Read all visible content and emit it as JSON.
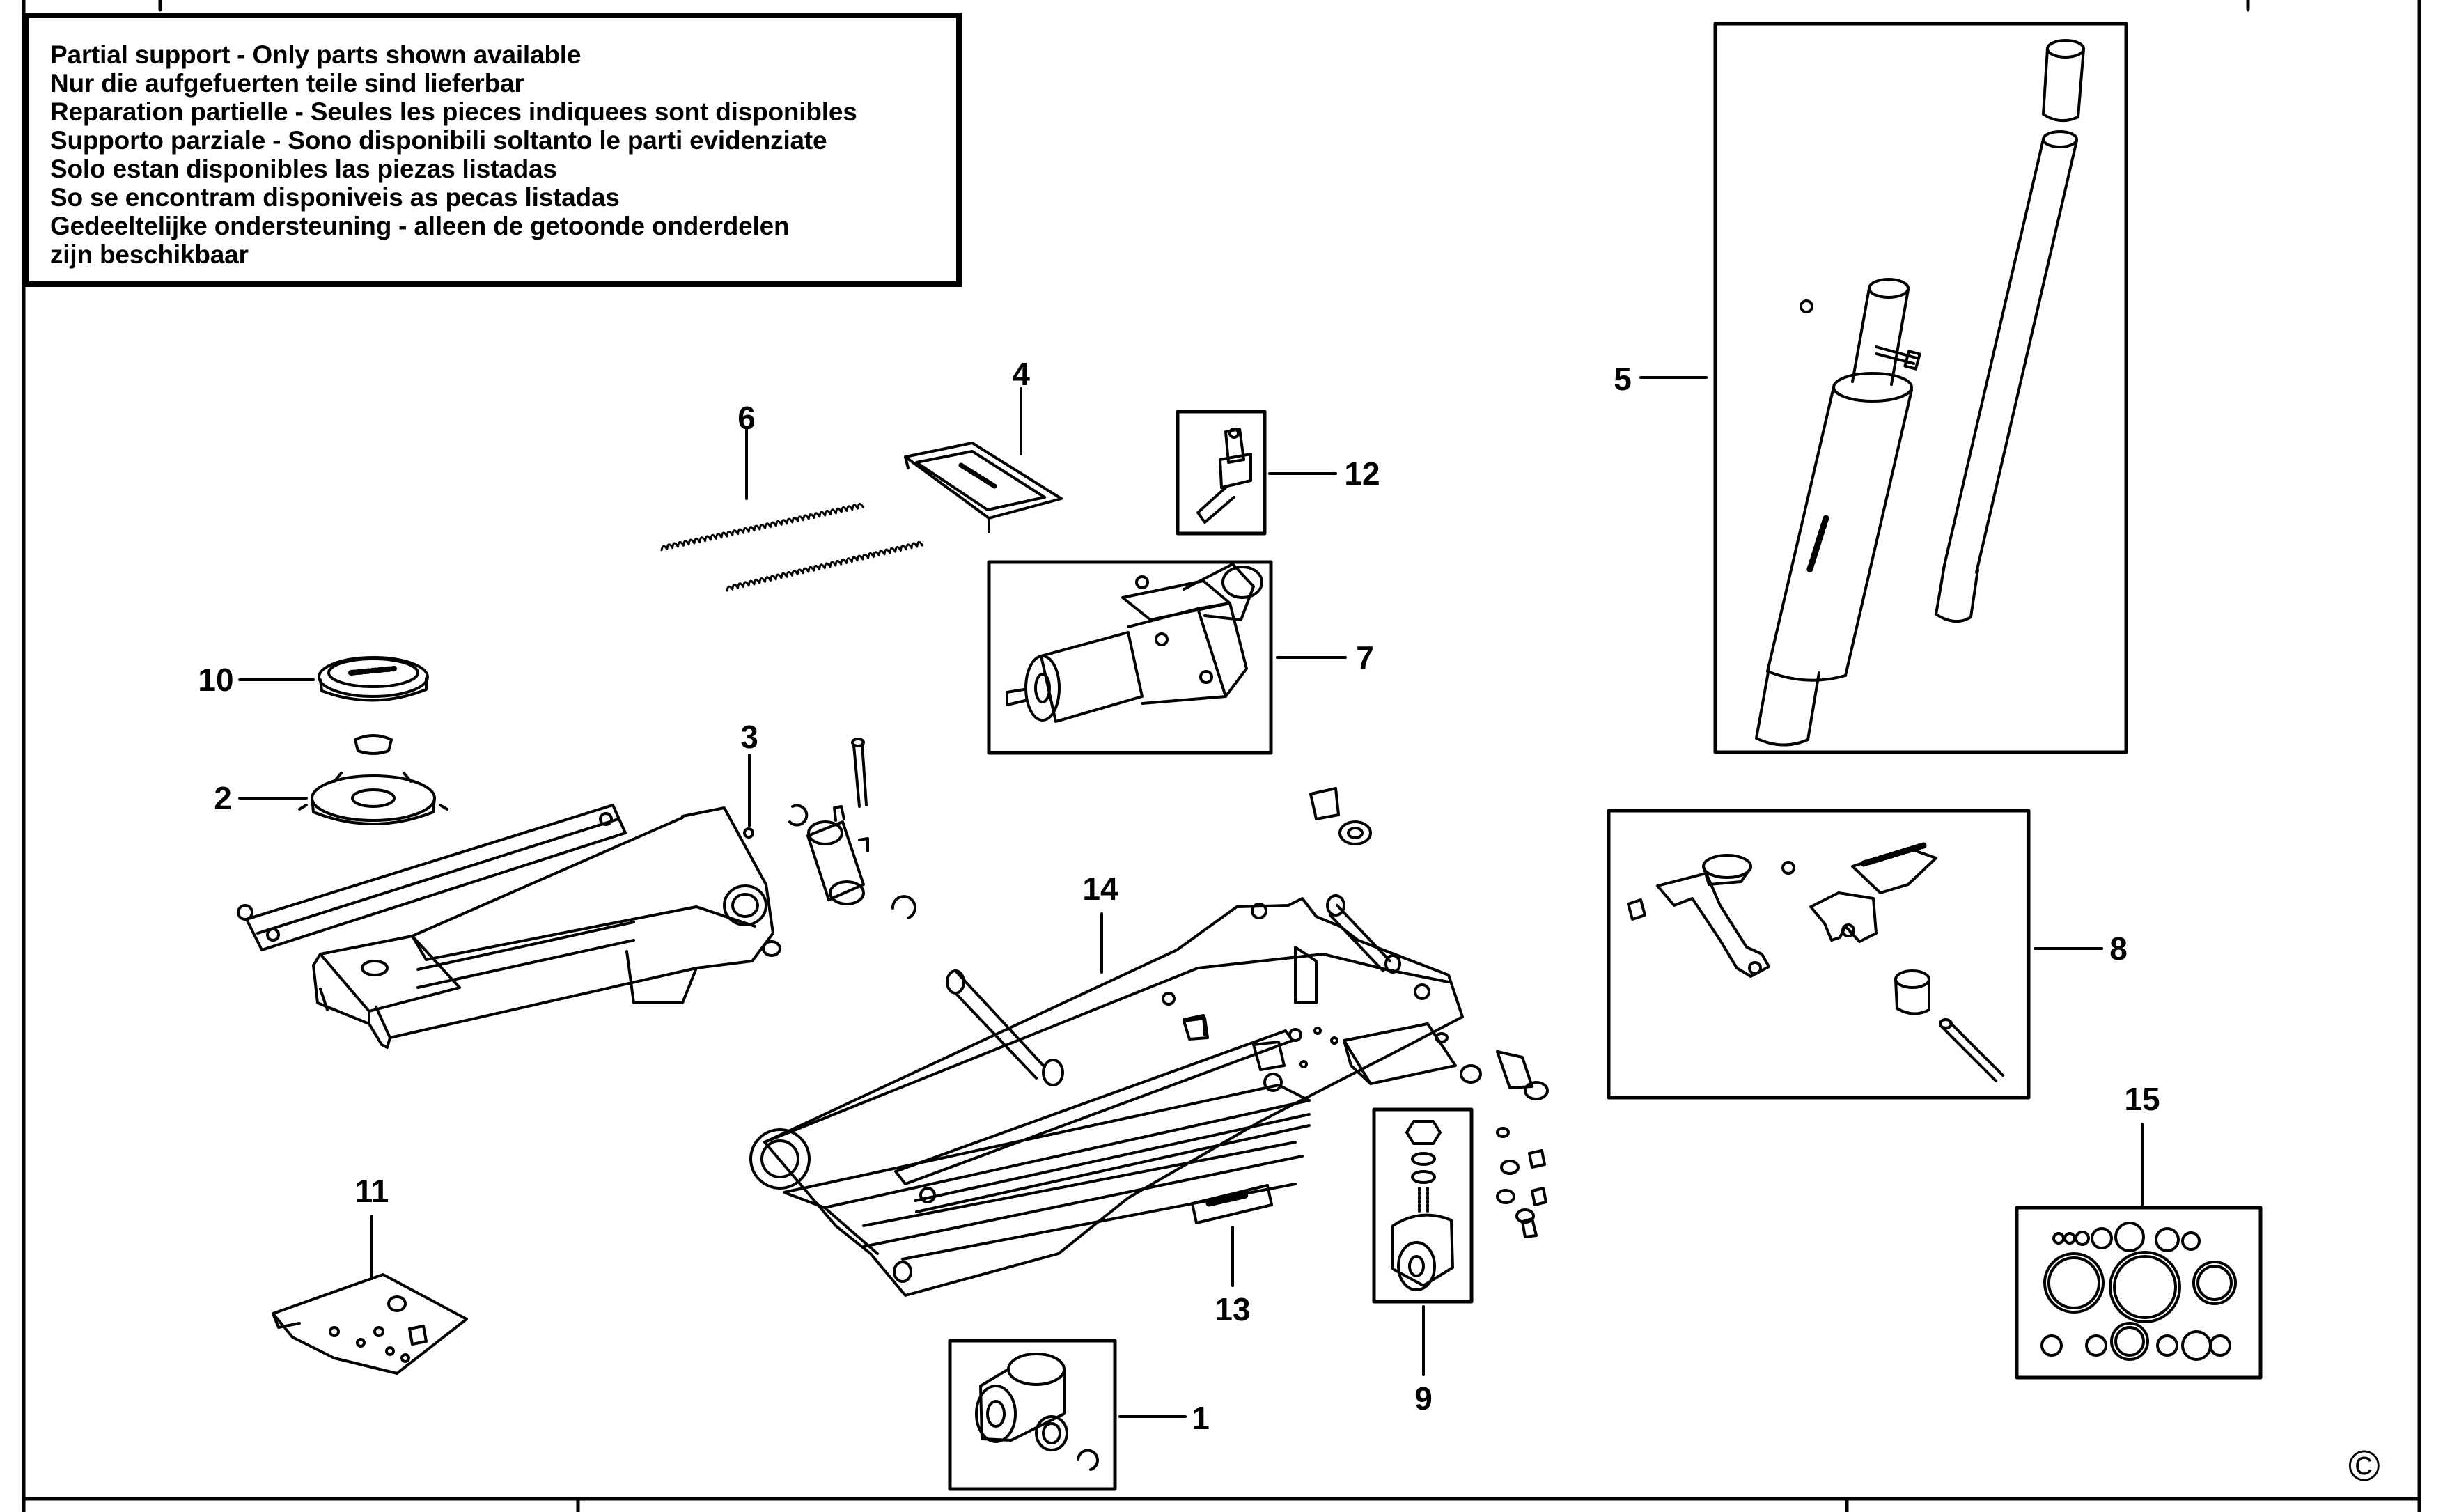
{
  "notice": {
    "lines": [
      "Partial support - Only parts shown available",
      "Nur die aufgefuerten teile sind lieferbar",
      "Reparation partielle - Seules les pieces indiquees sont disponibles",
      "Supporto parziale - Sono disponibili soltanto le parti evidenziate",
      "Solo estan disponibles las piezas listadas",
      "So se encontram disponiveis as pecas listadas",
      "Gedeeltelijke ondersteuning - alleen de getoonde onderdelen",
      "zijn beschikbaar"
    ]
  },
  "callouts": {
    "p1": "1",
    "p2": "2",
    "p3": "3",
    "p4": "4",
    "p5": "5",
    "p6": "6",
    "p7": "7",
    "p8": "8",
    "p9": "9",
    "p10": "10",
    "p11": "11",
    "p12": "12",
    "p13": "13",
    "p14": "14",
    "p15": "15"
  },
  "footer": {
    "copyright_symbol": "©"
  },
  "colors": {
    "ink": "#000000",
    "paper": "#ffffff"
  }
}
